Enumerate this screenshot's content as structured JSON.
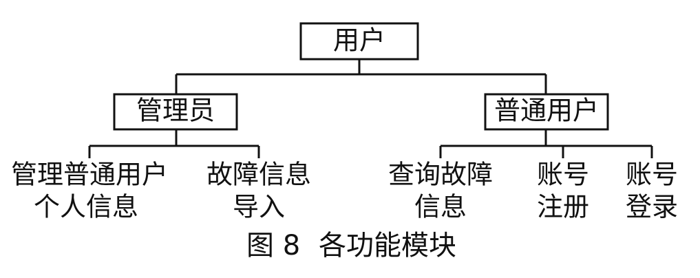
{
  "diagram": {
    "root": "用户",
    "admin": "管理员",
    "user": "普通用户",
    "leaves": {
      "manage_users_line1": "管理普通用户",
      "manage_users_line2": "个人信息",
      "fault_import_line1": "故障信息",
      "fault_import_line2": "导入",
      "query_fault_line1": "查询故障",
      "query_fault_line2": "信息",
      "register_line1": "账号",
      "register_line2": "注册",
      "login_line1": "账号",
      "login_line2": "登录"
    },
    "caption_number": "图 8",
    "caption_text": "各功能模块"
  }
}
